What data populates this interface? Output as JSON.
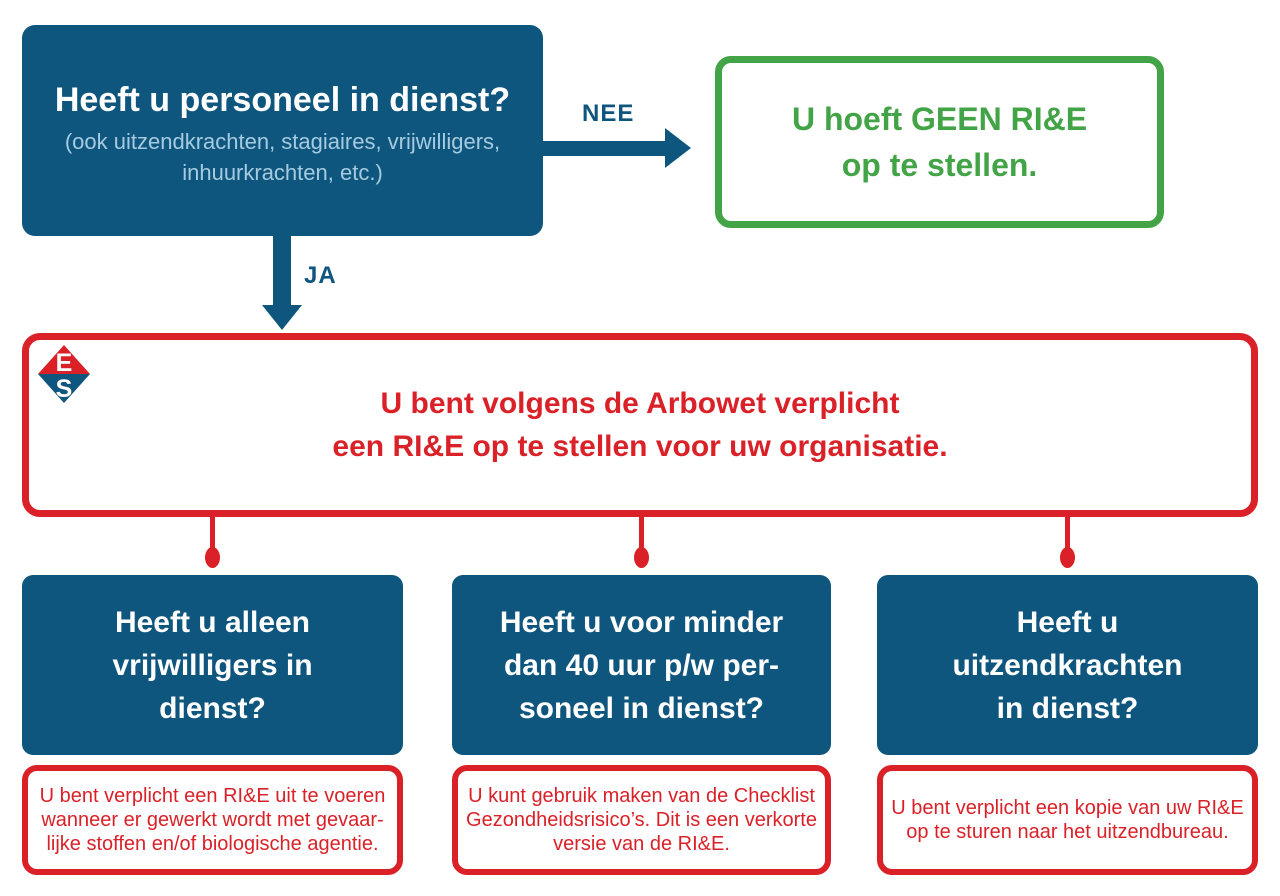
{
  "colors": {
    "blue": "#0f567e",
    "light_blue": "#a6cbe0",
    "red": "#da2128",
    "green": "#43a447",
    "white": "#ffffff"
  },
  "flow": {
    "start": {
      "title": "Heeft u personeel in dienst?",
      "subtitle_lines": [
        "(ook uitzendkrachten, stagiaires, vrijwilligers,",
        "inhuurkrachten, etc.)"
      ]
    },
    "edges": {
      "no_label": "NEE",
      "yes_label": "JA"
    },
    "no_result": {
      "lines": [
        "U hoeft GEEN RI&E",
        "op te stellen."
      ]
    },
    "obligation": {
      "logo": {
        "top_letter": "E",
        "bottom_letter": "S"
      },
      "lines": [
        "U bent volgens de Arbowet verplicht",
        "een RI&E op te stellen voor uw organisatie."
      ]
    },
    "branches": [
      {
        "question_lines": [
          "Heeft u alleen",
          "vrijwilligers in",
          "dienst?"
        ],
        "answer_lines": [
          "U bent verplicht een RI&E uit te voeren",
          "wanneer er gewerkt wordt met gevaar-",
          "lijke stoffen en/of biologische agentie."
        ]
      },
      {
        "question_lines": [
          "Heeft u voor minder",
          "dan 40 uur p/w per-",
          "soneel in dienst?"
        ],
        "answer_lines": [
          "U kunt gebruik maken van de Checklist",
          "Gezondheidsrisico’s. Dit is een verkorte",
          "versie van de RI&E."
        ]
      },
      {
        "question_lines": [
          "Heeft u",
          "uitzendkrachten",
          "in dienst?"
        ],
        "answer_lines": [
          "U bent verplicht een kopie van uw RI&E",
          "op te sturen naar het uitzendbureau."
        ]
      }
    ]
  }
}
